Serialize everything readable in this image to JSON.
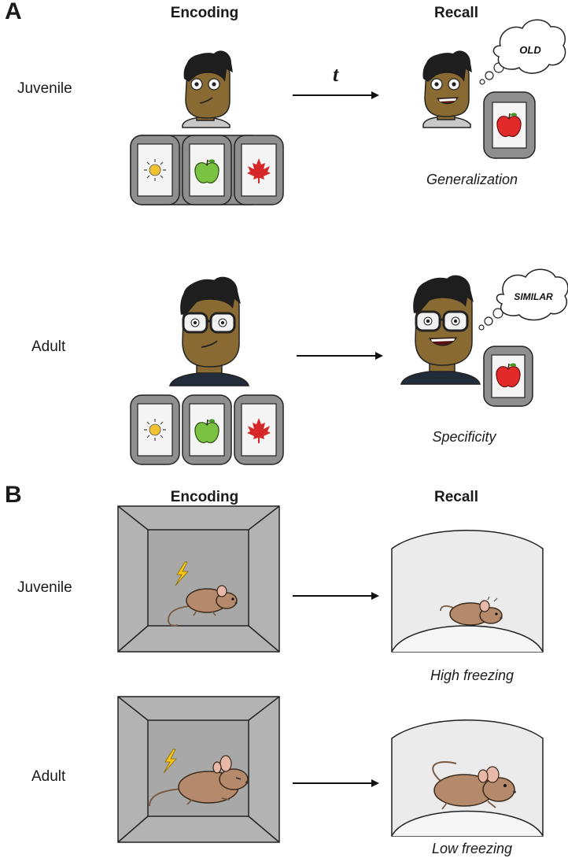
{
  "panel_a": {
    "letter": "A",
    "encoding_header": "Encoding",
    "recall_header": "Recall",
    "time_label": "t",
    "rows": [
      {
        "label": "Juvenile",
        "thought": "OLD",
        "caption": "Generalization"
      },
      {
        "label": "Adult",
        "thought": "SIMILAR",
        "caption": "Specificity"
      }
    ]
  },
  "panel_b": {
    "letter": "B",
    "encoding_header": "Encoding",
    "recall_header": "Recall",
    "rows": [
      {
        "label": "Juvenile",
        "caption": "High freezing"
      },
      {
        "label": "Adult",
        "caption": "Low freezing"
      }
    ]
  },
  "colors": {
    "skin": "#8a6a33",
    "hair": "#1e1e1e",
    "juvenile_shirt": "#c8c8c8",
    "adult_shirt": "#232c3a",
    "card_frame": "#8f8f8f",
    "sun": "#f2c230",
    "green_apple": "#7cc242",
    "red_apple": "#e22a2a",
    "maple_leaf": "#d62828",
    "box_gray": "#b3b3b3",
    "arena_light": "#ebebeb",
    "mouse_fur": "#b58a6c",
    "lightning": "#f5c518"
  }
}
